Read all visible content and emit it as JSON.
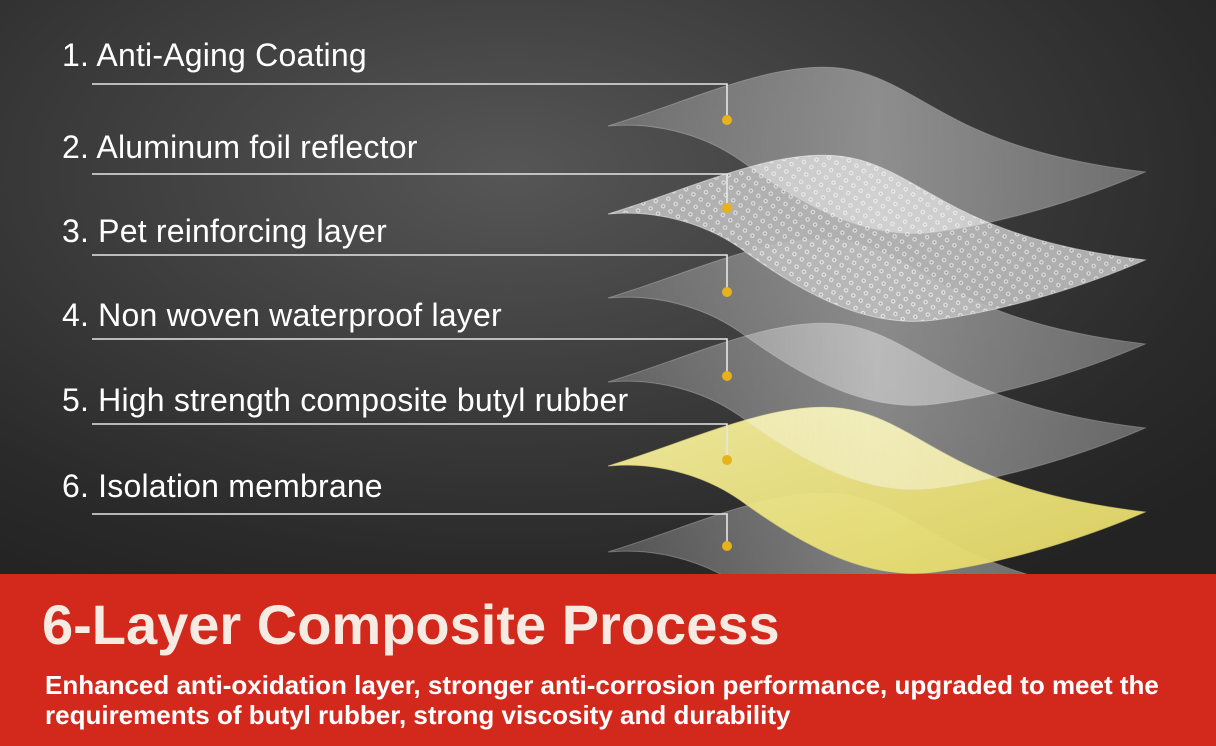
{
  "diagram": {
    "layers": [
      {
        "label": "1. Anti-Aging Coating"
      },
      {
        "label": "2. Aluminum foil reflector"
      },
      {
        "label": "3. Pet reinforcing layer"
      },
      {
        "label": "4. Non woven waterproof layer"
      },
      {
        "label": "5. High strength composite butyl rubber"
      },
      {
        "label": "6. Isolation membrane"
      }
    ],
    "colors": {
      "background": "#333333",
      "film": "#d8d8d8",
      "foil": "#c4c4c4",
      "butyl": "#e9e07a",
      "dot": "#e8b21a",
      "leader": "#e6e6e6"
    }
  },
  "banner": {
    "headline": "6-Layer Composite Process",
    "description": "Enhanced anti-oxidation layer, stronger anti-corrosion performance, upgraded to meet the requirements of butyl rubber, strong viscosity and durability",
    "background_color": "#d3291c",
    "headline_color": "#f6ebe3"
  }
}
